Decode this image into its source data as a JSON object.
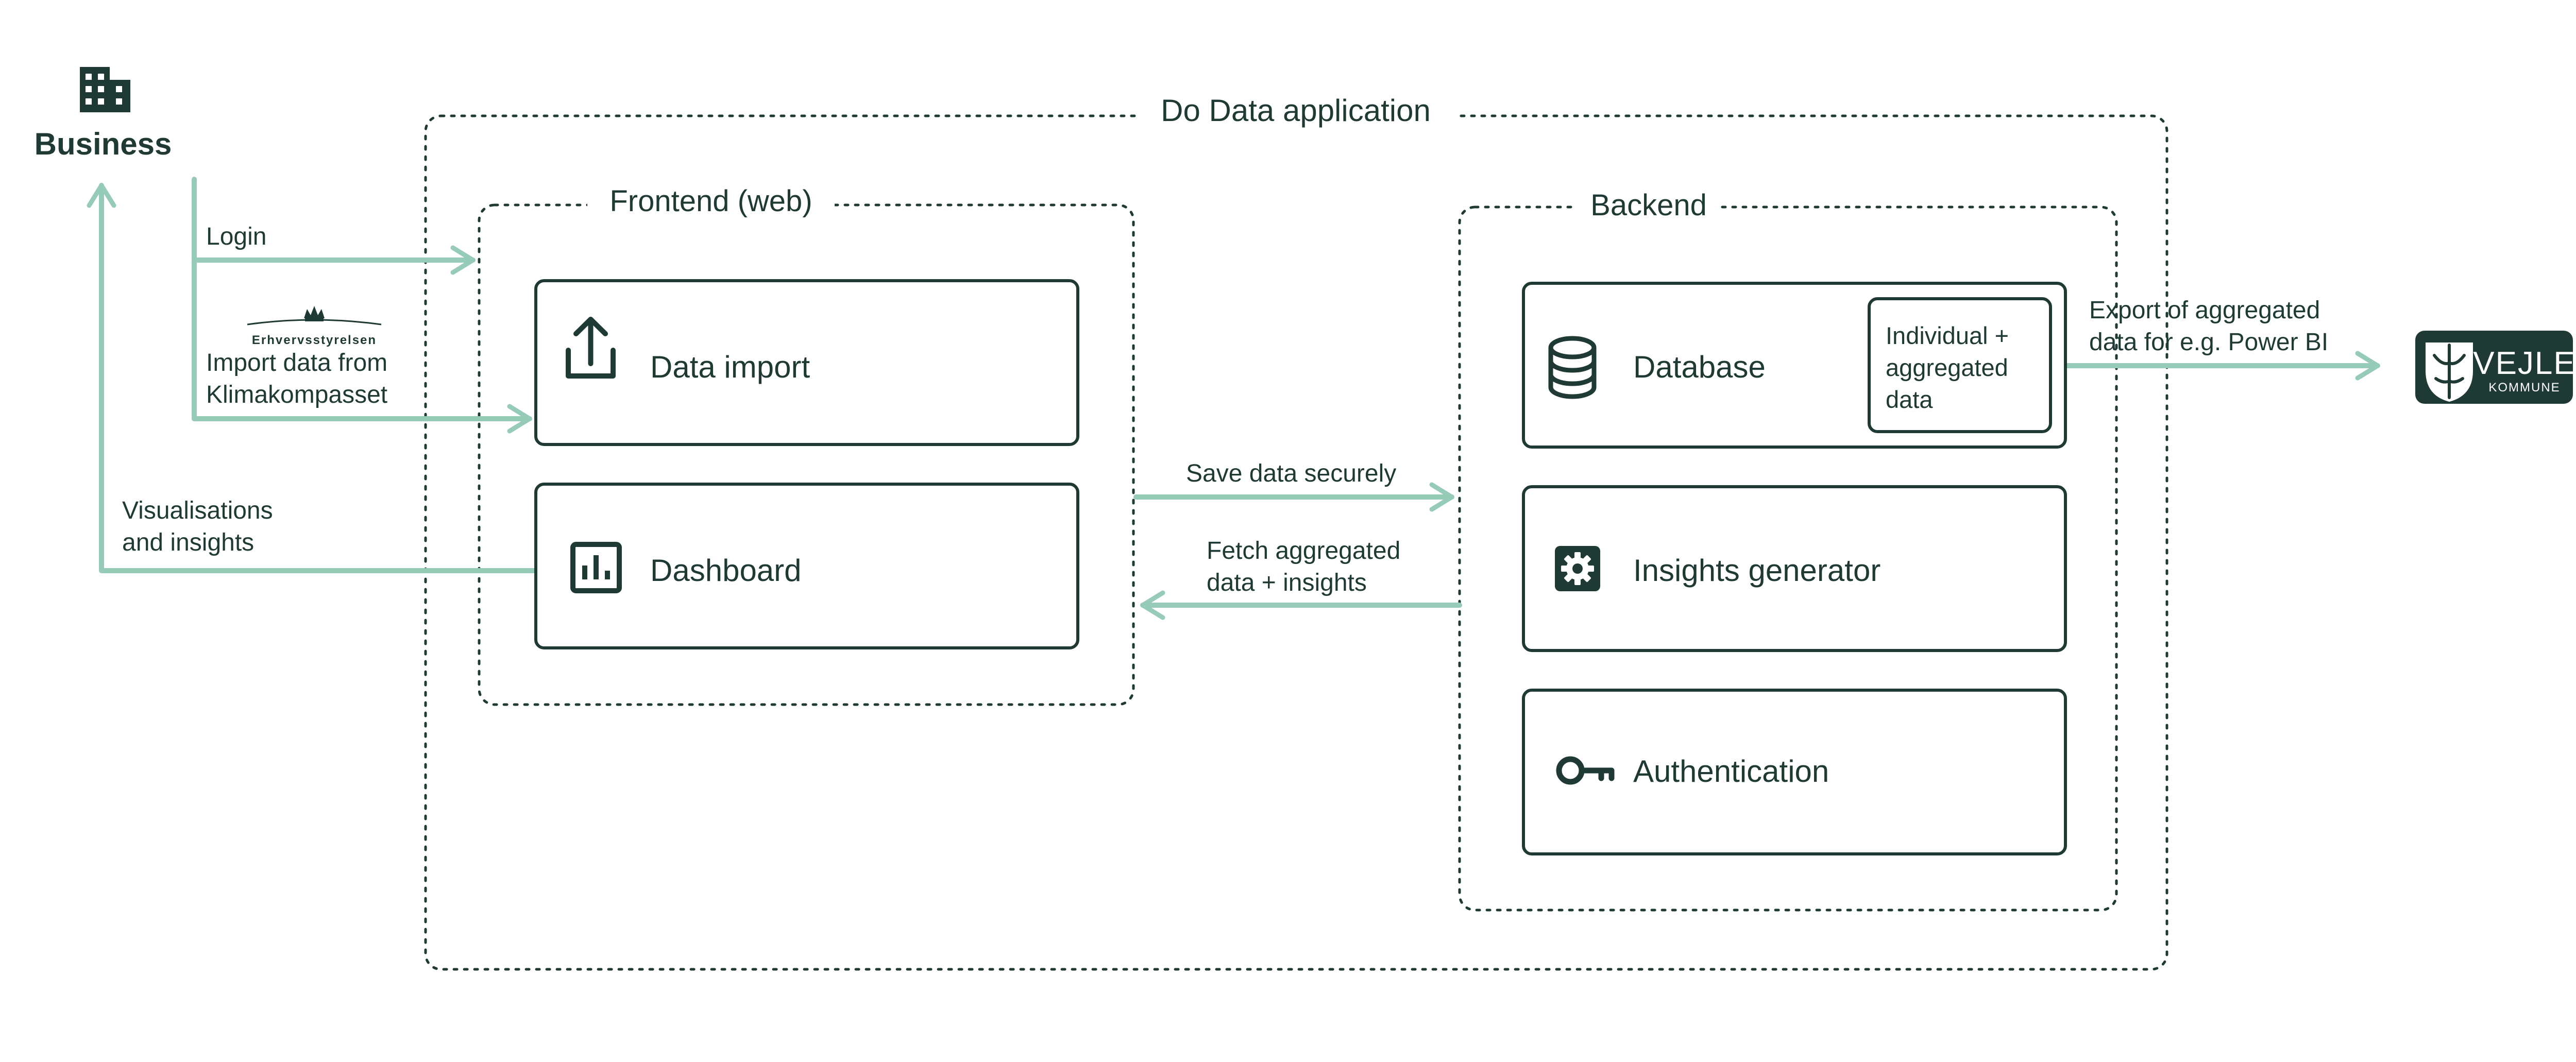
{
  "actor": {
    "label": "Business",
    "icon": "building-icon"
  },
  "application": {
    "title": "Do Data application"
  },
  "frontend": {
    "title": "Frontend (web)",
    "data_import": {
      "label": "Data import",
      "icon": "upload-icon"
    },
    "dashboard": {
      "label": "Dashboard",
      "icon": "bar-chart-icon"
    }
  },
  "backend": {
    "title": "Backend",
    "database": {
      "label": "Database",
      "icon": "database-icon",
      "note": [
        "Individual +",
        "aggregated",
        "data"
      ]
    },
    "insights": {
      "label": "Insights generator",
      "icon": "gear-icon"
    },
    "authentication": {
      "label": "Authentication",
      "icon": "key-icon"
    }
  },
  "flows": {
    "login": "Login",
    "import_lines": [
      "Import data from",
      "Klimakompasset"
    ],
    "visualisations_lines": [
      "Visualisations",
      "and insights"
    ],
    "save": "Save data securely",
    "fetch_lines": [
      "Fetch aggregated",
      "data + insights"
    ],
    "export_lines": [
      "Export of aggregated",
      "data for e.g. Power BI"
    ]
  },
  "logos": {
    "erhvervsstyrelsen": "Erhvervsstyrelsen",
    "vejle_name": "VEJLE",
    "vejle_sub": "KOMMUNE"
  },
  "colors": {
    "ink": "#1f3a34",
    "arrow": "#95cbb7",
    "background": "#ffffff"
  }
}
